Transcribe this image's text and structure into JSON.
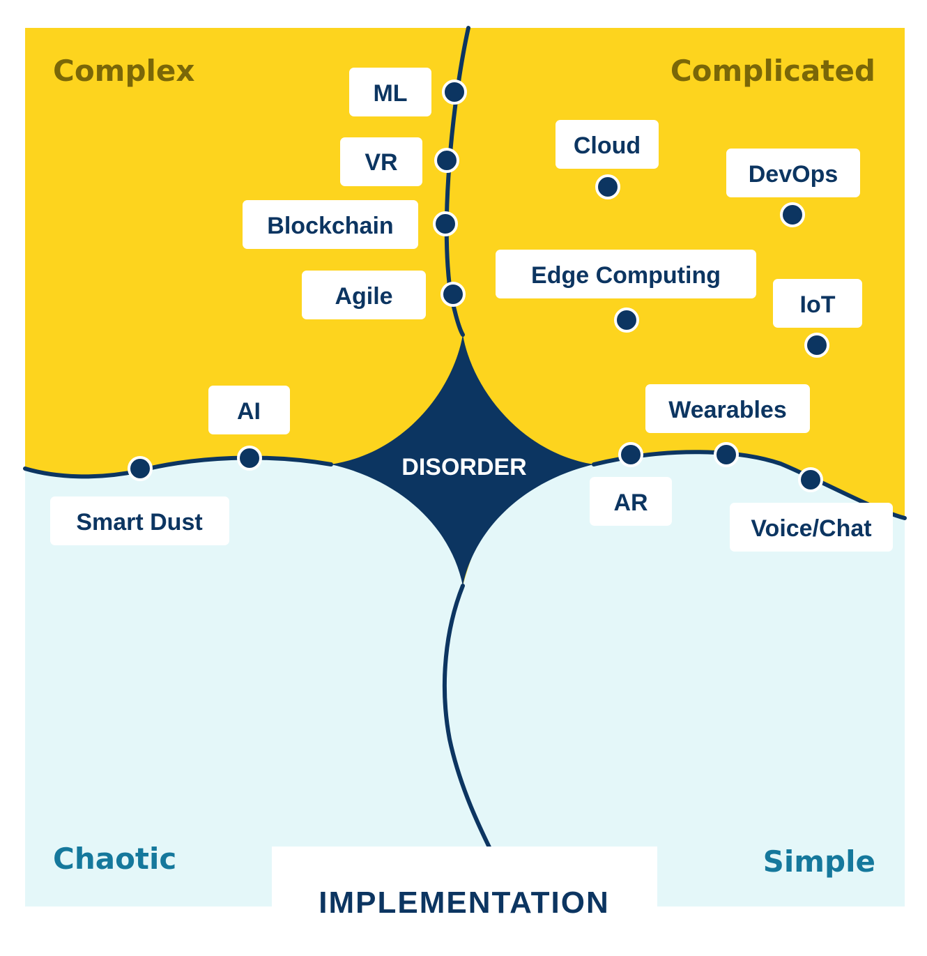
{
  "colors": {
    "top_fill": "#fdd41e",
    "bottom_fill": "#e4f7f9",
    "line": "#0c3561",
    "disorder_fill": "#0c3561",
    "complex_text": "#7a6708",
    "complicated_text": "#7a6708",
    "chaotic_text": "#15789c",
    "simple_text": "#15789c",
    "tag_fill": "#ffffff",
    "tag_text": "#0c3561"
  },
  "quadrants": {
    "complex": "Complex",
    "complicated": "Complicated",
    "chaotic": "Chaotic",
    "simple": "Simple"
  },
  "center": {
    "label": "DISORDER"
  },
  "footer": {
    "label": "IMPLEMENTATION"
  },
  "items": [
    {
      "id": "ml",
      "label": "ML"
    },
    {
      "id": "vr",
      "label": "VR"
    },
    {
      "id": "blockchain",
      "label": "Blockchain"
    },
    {
      "id": "agile",
      "label": "Agile"
    },
    {
      "id": "cloud",
      "label": "Cloud"
    },
    {
      "id": "devops",
      "label": "DevOps"
    },
    {
      "id": "edge-computing",
      "label": "Edge Computing"
    },
    {
      "id": "iot",
      "label": "IoT"
    },
    {
      "id": "ai",
      "label": "AI"
    },
    {
      "id": "smart-dust",
      "label": "Smart Dust"
    },
    {
      "id": "wearables",
      "label": "Wearables"
    },
    {
      "id": "ar",
      "label": "AR"
    },
    {
      "id": "voice-chat",
      "label": "Voice/Chat"
    }
  ]
}
